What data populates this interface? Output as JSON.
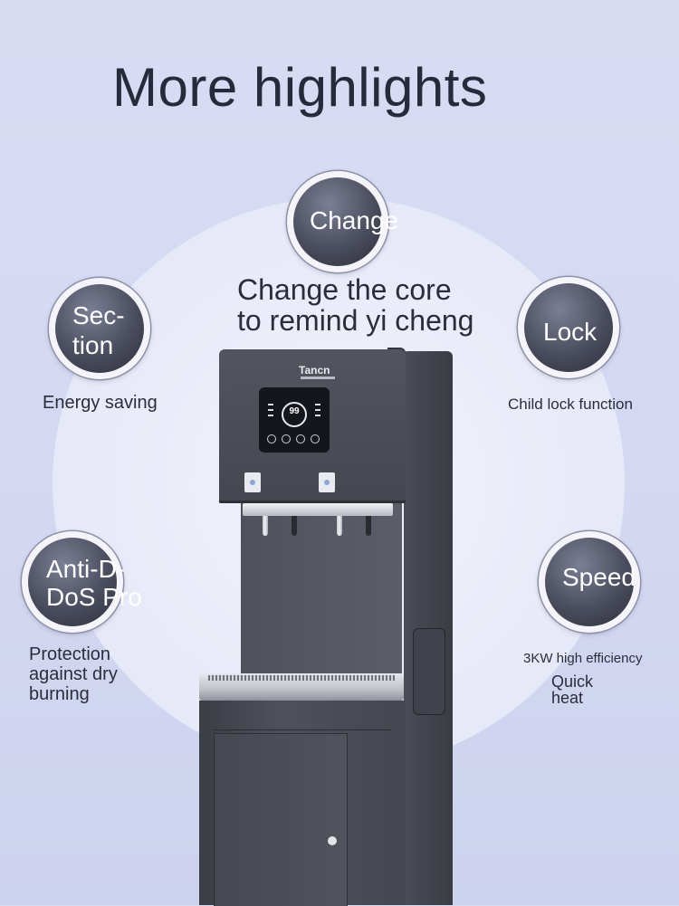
{
  "title": "More highlights",
  "center_badge": {
    "label": "Change"
  },
  "center_caption": {
    "line1": "Change the core",
    "line2": "to remind yi cheng"
  },
  "features": {
    "section": {
      "label_line1": "Sec-",
      "label_line2": "tion",
      "caption": "Energy saving"
    },
    "lock": {
      "label": "Lock",
      "caption": "Child lock function"
    },
    "anti": {
      "label_line1": "Anti-D-",
      "label_line2": "DoS Pro",
      "caption_line1": "Protection",
      "caption_line2": "against dry",
      "caption_line3": "burning"
    },
    "speed": {
      "label": "Speed",
      "caption_line1": "3KW high efficiency",
      "caption_line2": "Quick",
      "caption_line3": "heat"
    }
  },
  "product": {
    "brand": "Tancn",
    "display_value": "99"
  },
  "colors": {
    "background": "#d6daf2",
    "badge_dark": "#4a4d5e",
    "text_dark": "#262a3a",
    "machine_body": "#4b4e57"
  }
}
